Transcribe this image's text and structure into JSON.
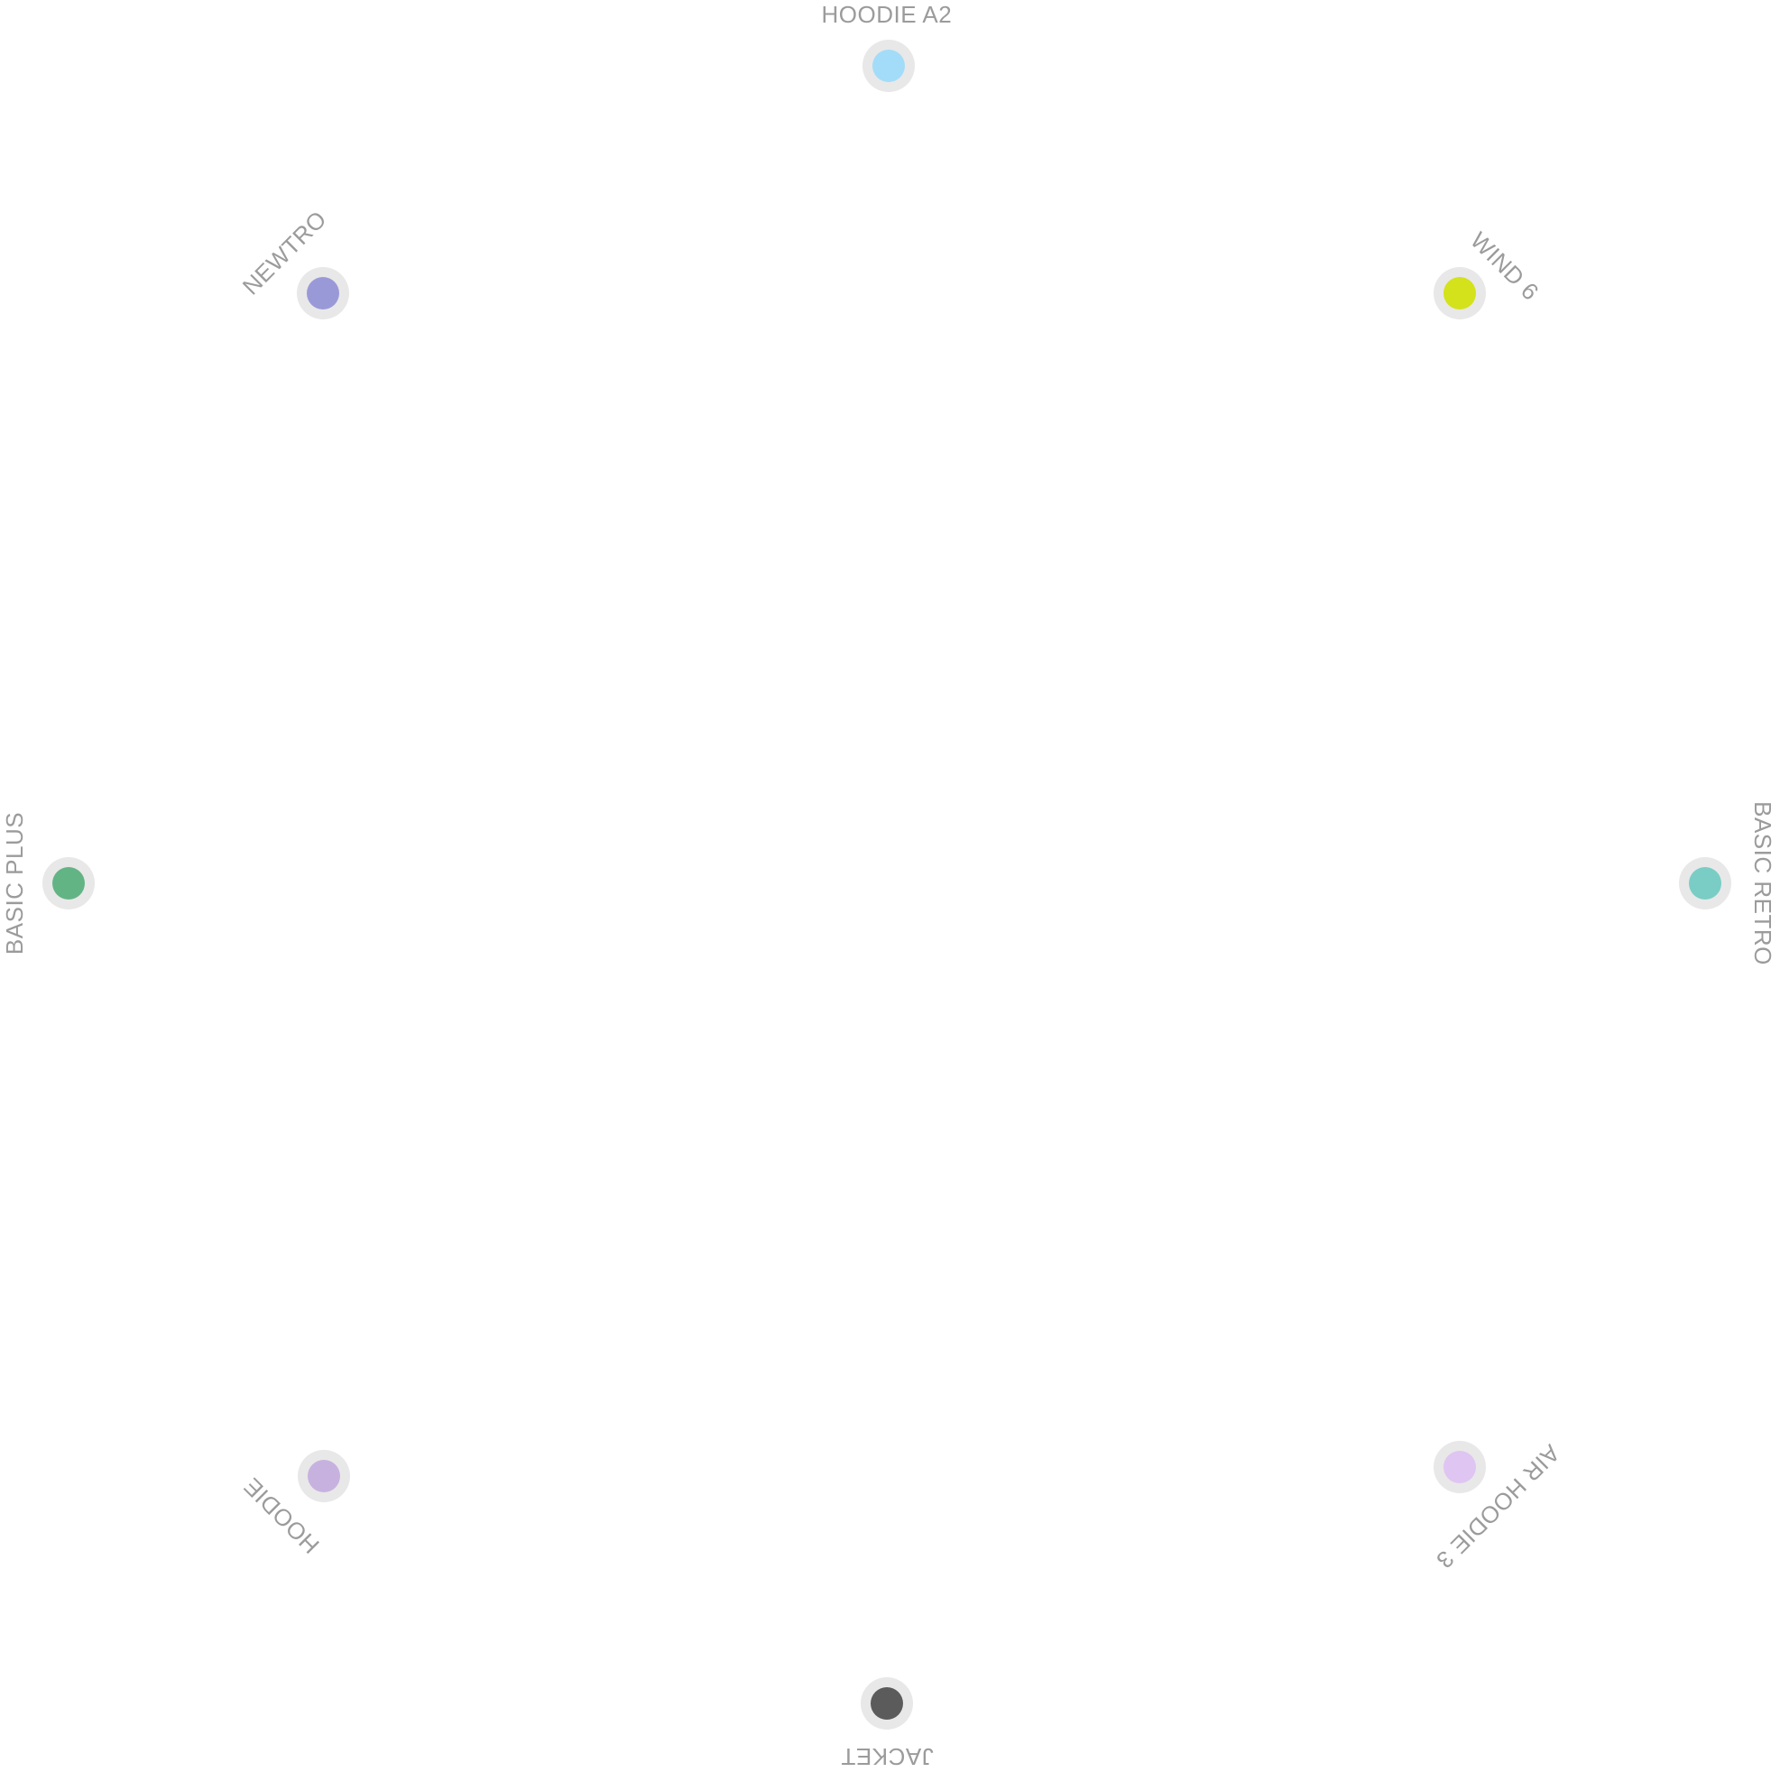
{
  "colors": {
    "label_text": "#9b9b9b",
    "swatch_ring": "#e8e8e8",
    "background": "#ffffff"
  },
  "swatches": [
    {
      "label": "HOODIE A2",
      "color": "#a3dcf8"
    },
    {
      "label": "WIND 6",
      "color": "#d3e21b"
    },
    {
      "label": "BASIC RETRO",
      "color": "#79cdc5"
    },
    {
      "label": "AIR HOODIE 3",
      "color": "#dfc5f2"
    },
    {
      "label": "JACKET",
      "color": "#5b5b5b"
    },
    {
      "label": "HOODIE",
      "color": "#c7b2df"
    },
    {
      "label": "BASIC PLUS",
      "color": "#63b485"
    },
    {
      "label": "NEWTRO",
      "color": "#9a99d8"
    }
  ]
}
